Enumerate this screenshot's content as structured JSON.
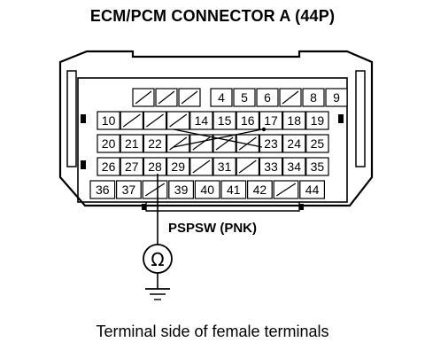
{
  "title": "ECM/PCM CONNECTOR A (44P)",
  "caption": "Terminal side of female terminals",
  "probe_label": "PSPSW (PNK)",
  "meter_symbol": "Ω",
  "terminal_rows": [
    [
      "",
      "",
      "",
      "4",
      "5",
      "6",
      "",
      "8",
      "9"
    ],
    [
      "10",
      "",
      "",
      "",
      "14",
      "15",
      "16",
      "17",
      "18",
      "19"
    ],
    [
      "20",
      "21",
      "22",
      "",
      "",
      "",
      "",
      "23",
      "24",
      "25"
    ],
    [
      "26",
      "27",
      "28",
      "29",
      "",
      "31",
      "",
      "33",
      "34",
      "35"
    ],
    [
      "36",
      "37",
      "",
      "39",
      "40",
      "41",
      "42",
      "",
      "44"
    ]
  ],
  "highlighted_terminal": "28"
}
